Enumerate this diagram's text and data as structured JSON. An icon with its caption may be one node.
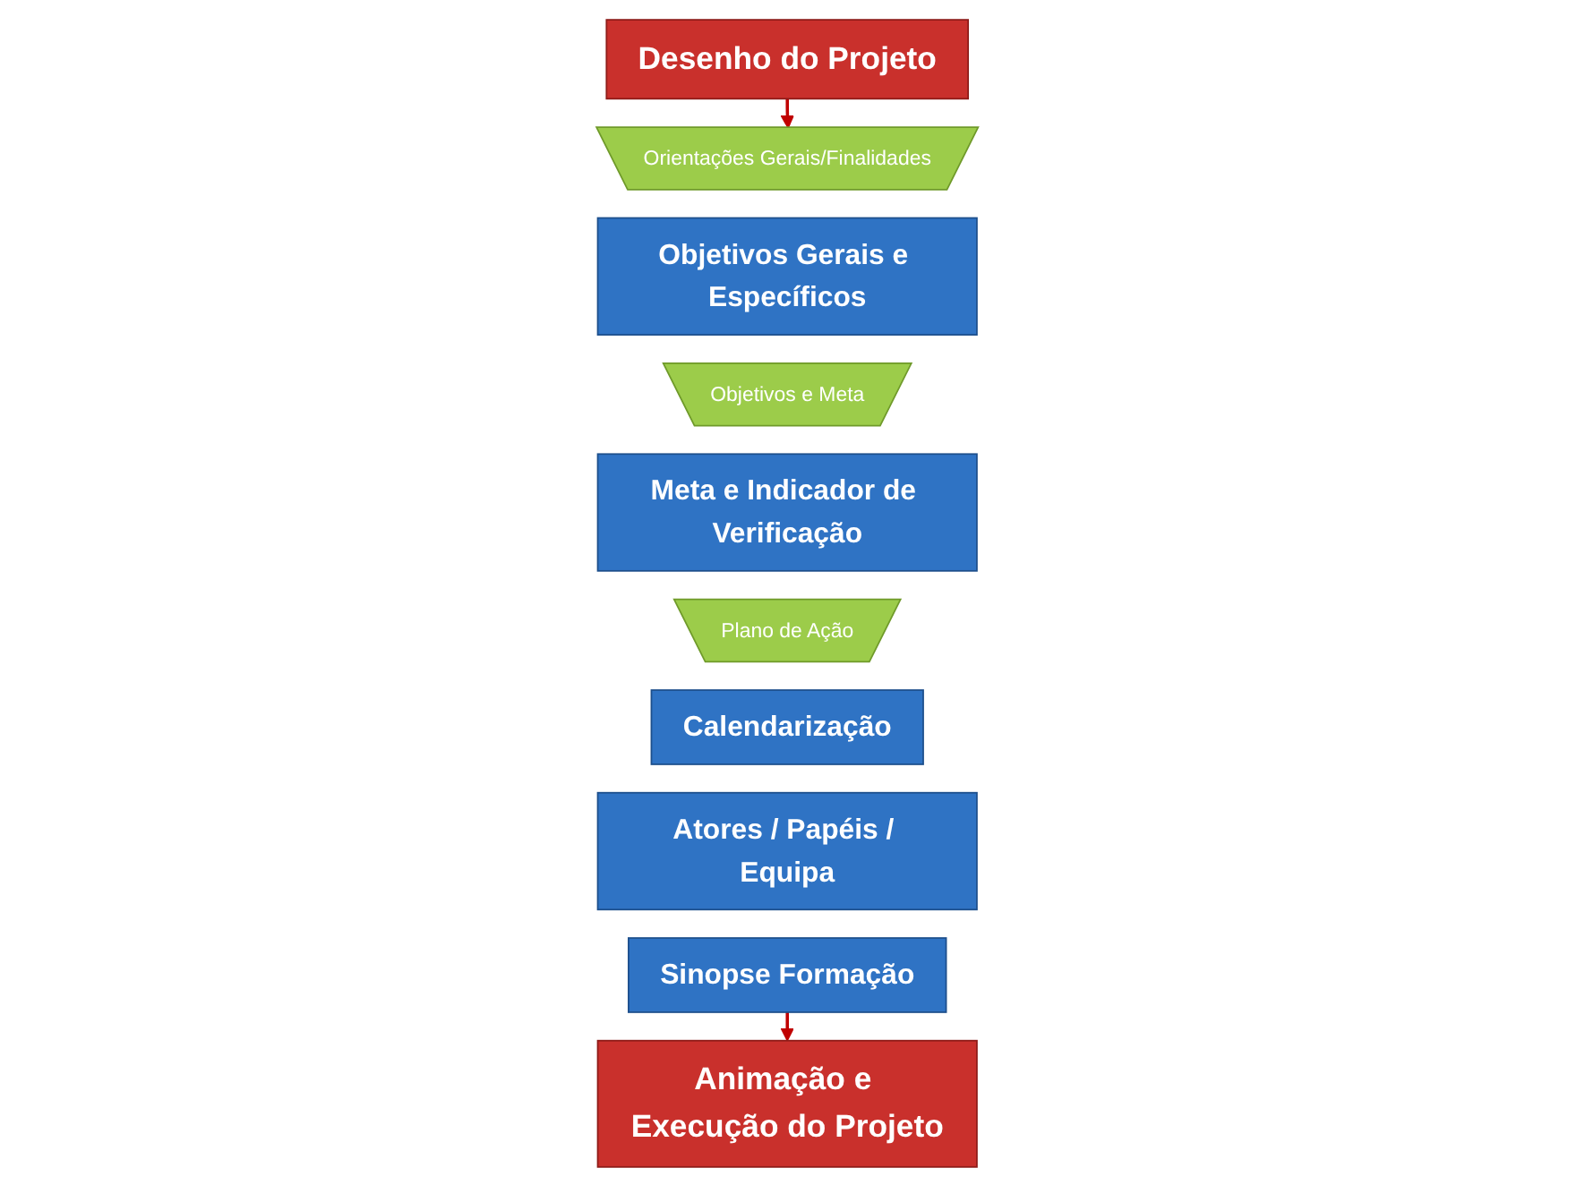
{
  "diagram": {
    "nodes": [
      {
        "text": [
          "Desenho do Projeto"
        ]
      },
      {
        "text": [
          "Orientações Gerais/Finalidades"
        ]
      },
      {
        "text": [
          "Objetivos Gerais e Específicos"
        ]
      },
      {
        "text": [
          "Objetivos e Meta"
        ]
      },
      {
        "text": [
          "Meta e Indicador de Verificação"
        ]
      },
      {
        "text": [
          "Plano de Ação"
        ]
      },
      {
        "text": [
          "Calendarização"
        ]
      },
      {
        "text": [
          "Atores / Papéis / Equipa"
        ]
      },
      {
        "text": [
          "Sinopse Formação"
        ]
      },
      {
        "text": [
          "Animação e Execução do Projeto"
        ]
      }
    ],
    "edges": [
      {
        "from": 0,
        "to": 1,
        "arrow": "to"
      },
      {
        "from": 8,
        "to": 9,
        "arrow": "to"
      }
    ]
  }
}
